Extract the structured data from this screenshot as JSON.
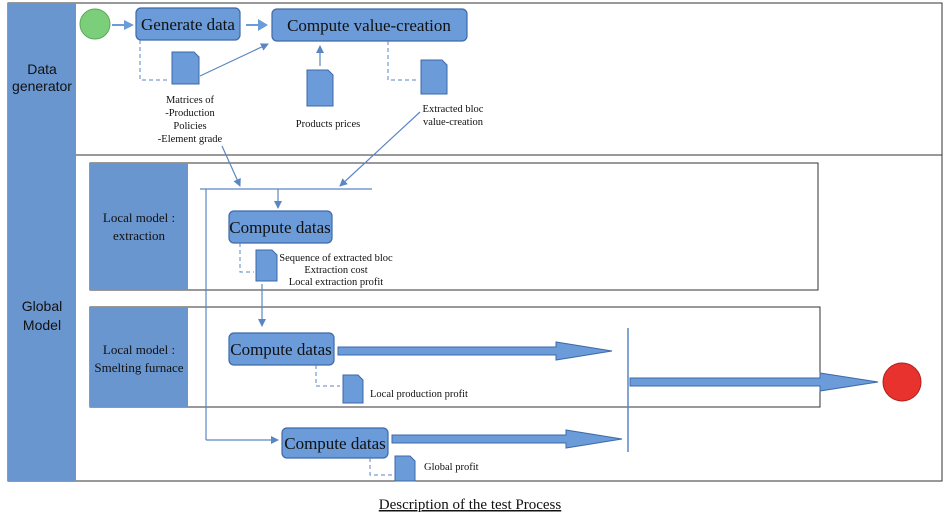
{
  "lanes": {
    "data_generator": [
      "Data",
      "generator"
    ],
    "global_model": [
      "Global",
      "Model"
    ],
    "local_extraction": [
      "Local model :",
      "extraction"
    ],
    "local_smelting": [
      "Local model :",
      "Smelting furnace"
    ]
  },
  "boxes": {
    "generate_data": "Generate data",
    "compute_value_creation": "Compute value-creation",
    "compute_datas_extraction": "Compute datas",
    "compute_datas_smelting": "Compute datas",
    "compute_datas_global": "Compute datas"
  },
  "notes": {
    "matrices": [
      "Matrices of",
      "-Production",
      "Policies",
      "-Element grade"
    ],
    "products_prices": [
      "Products prices"
    ],
    "extracted_bloc": [
      "Extracted bloc",
      "value-creation"
    ],
    "extraction_outputs": [
      "Sequence of extracted bloc",
      "Extraction cost",
      "Local extraction profit"
    ],
    "local_production_profit": [
      "Local production profit"
    ],
    "global_profit": [
      "Global profit"
    ]
  },
  "caption": "Description of the test Process",
  "colors": {
    "lane": "#6a96cf",
    "box": "#6b9bd8",
    "start": "#7ccf7a",
    "end": "#e8322e"
  }
}
